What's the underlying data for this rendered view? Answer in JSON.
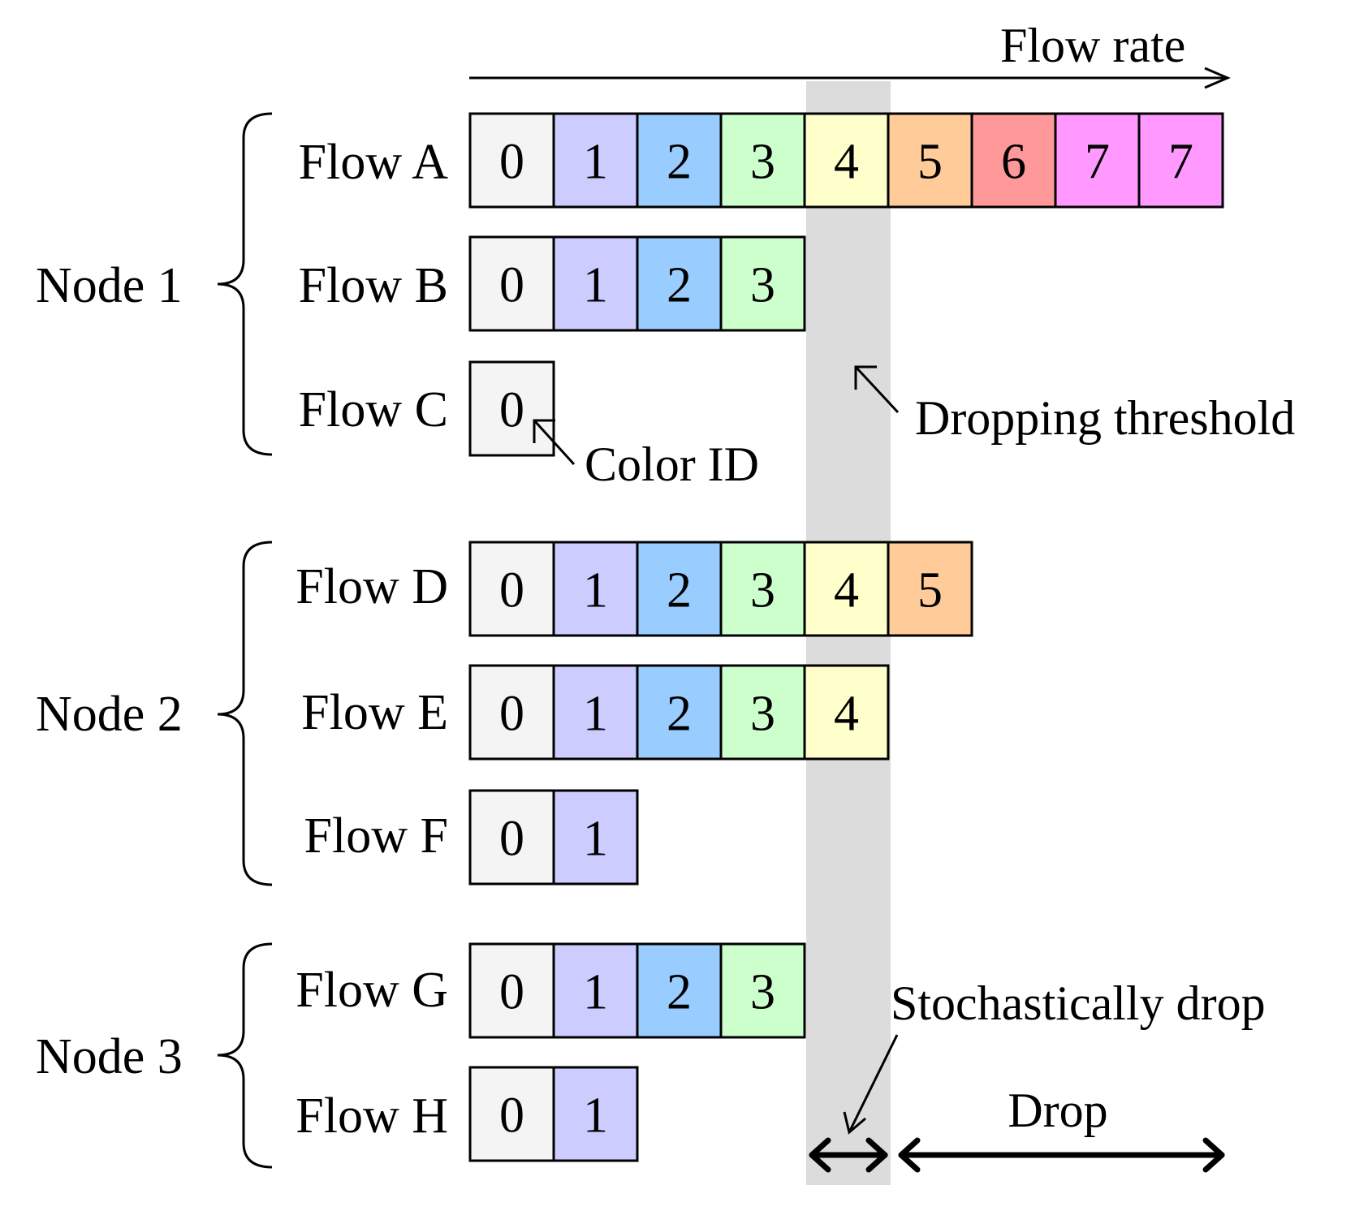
{
  "diagram": {
    "flow_rate_label": "Flow rate",
    "dropping_threshold_label": "Dropping threshold",
    "color_id_label": "Color ID",
    "stochastic_drop_label": "Stochastically drop",
    "drop_label": "Drop",
    "color_palette": {
      "0": "#f4f4f4",
      "1": "#ccccff",
      "2": "#99ccff",
      "3": "#ccffcc",
      "4": "#ffffcc",
      "5": "#ffcc99",
      "6": "#ff9999",
      "7": "#ff99ff"
    },
    "nodes": [
      {
        "label": "Node 1",
        "flows": [
          {
            "label": "Flow A",
            "cells": [
              "0",
              "1",
              "2",
              "3",
              "4",
              "5",
              "6",
              "7",
              "7"
            ]
          },
          {
            "label": "Flow B",
            "cells": [
              "0",
              "1",
              "2",
              "3"
            ]
          },
          {
            "label": "Flow C",
            "cells": [
              "0"
            ]
          }
        ]
      },
      {
        "label": "Node 2",
        "flows": [
          {
            "label": "Flow D",
            "cells": [
              "0",
              "1",
              "2",
              "3",
              "4",
              "5"
            ]
          },
          {
            "label": "Flow E",
            "cells": [
              "0",
              "1",
              "2",
              "3",
              "4"
            ]
          },
          {
            "label": "Flow F",
            "cells": [
              "0",
              "1"
            ]
          }
        ]
      },
      {
        "label": "Node 3",
        "flows": [
          {
            "label": "Flow G",
            "cells": [
              "0",
              "1",
              "2",
              "3"
            ]
          },
          {
            "label": "Flow H",
            "cells": [
              "0",
              "1"
            ]
          }
        ]
      }
    ]
  }
}
